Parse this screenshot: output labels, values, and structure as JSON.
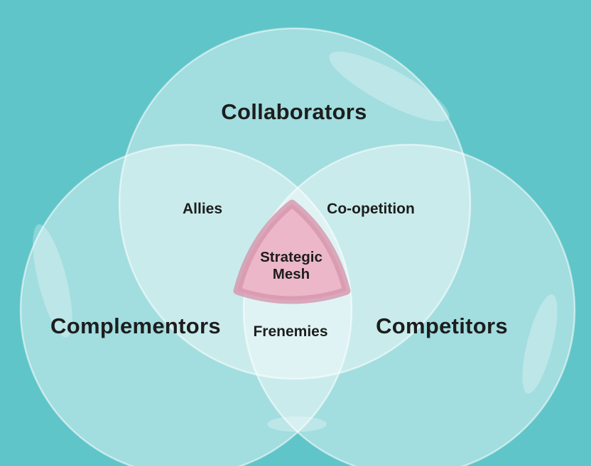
{
  "diagram": {
    "type": "venn-3",
    "colors": {
      "background": "#5fc5c8",
      "circle_fill": "#ffffff",
      "circle_stroke": "#ffffff",
      "center_fill": "#edb2c4",
      "center_stroke": "#d795ac",
      "label_color": "#1d1d1d"
    },
    "sets": [
      {
        "label": "Collaborators"
      },
      {
        "label": "Complementors"
      },
      {
        "label": "Competitors"
      }
    ],
    "overlaps": {
      "allies": {
        "label": "Allies",
        "between": [
          "Collaborators",
          "Complementors"
        ]
      },
      "co_opetition": {
        "label": "Co-opetition",
        "between": [
          "Collaborators",
          "Competitors"
        ]
      },
      "frenemies": {
        "label": "Frenemies",
        "between": [
          "Complementors",
          "Competitors"
        ]
      },
      "center": {
        "label": "Strategic Mesh",
        "line1": "Strategic",
        "line2": "Mesh",
        "between": [
          "Collaborators",
          "Complementors",
          "Competitors"
        ]
      }
    }
  }
}
